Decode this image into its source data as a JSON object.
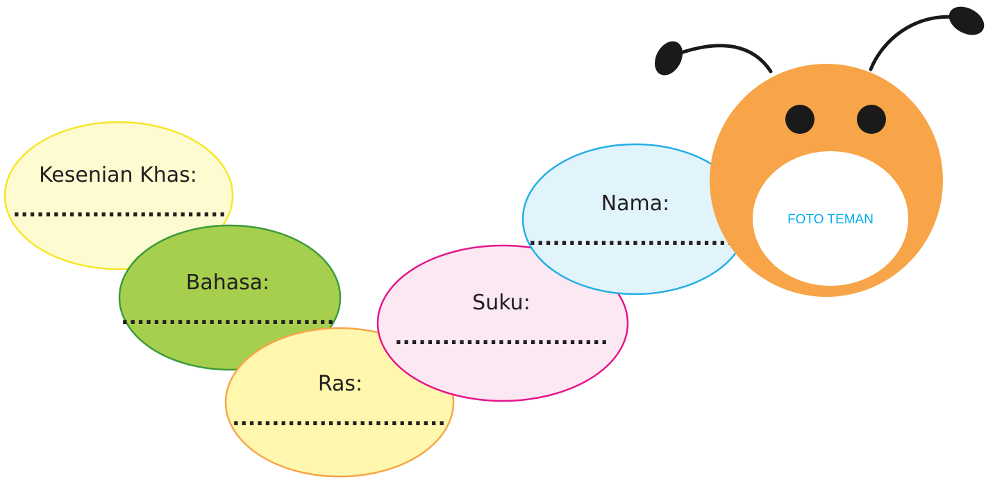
{
  "caterpillar": {
    "head": {
      "photo_label": "FOTO TEMAN",
      "colors": {
        "face": "#f7a548",
        "photo_area": "#ffffff",
        "eyes": "#1a1a1a",
        "antennae": "#1a1a1a"
      }
    },
    "segments": [
      {
        "id": "kesenian",
        "label": "Kesenian Khas:",
        "blank": "...........................",
        "fill": "#fefbd0",
        "stroke": "#f5e629"
      },
      {
        "id": "bahasa",
        "label": "Bahasa:",
        "blank": "...........................",
        "fill": "#a6cf4d",
        "stroke": "#3c9a3c"
      },
      {
        "id": "ras",
        "label": "Ras:",
        "blank": "...........................",
        "fill": "#fff7ad",
        "stroke": "#f7a548"
      },
      {
        "id": "suku",
        "label": "Suku:",
        "blank": "...........................",
        "fill": "#fce8f3",
        "stroke": "#e3168d"
      },
      {
        "id": "nama",
        "label": "Nama:",
        "blank": "...........................",
        "fill": "#e1f3fb",
        "stroke": "#22aee5"
      }
    ]
  }
}
